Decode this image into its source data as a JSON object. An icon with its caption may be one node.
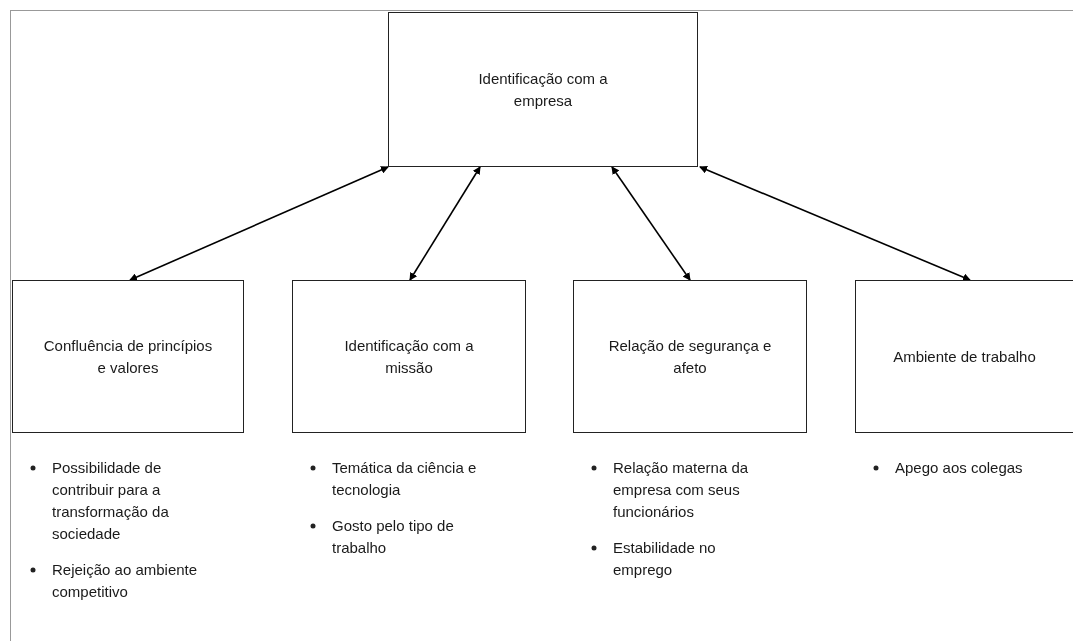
{
  "diagram": {
    "nodes": [
      {
        "text": [
          "Identificação com a empresa"
        ]
      },
      {
        "text": [
          "Confluência de princípios e valores"
        ],
        "beside": [
          "Possibilidade de contribuir para a transformação da sociedade",
          "Rejeição ao ambiente competitivo"
        ]
      },
      {
        "text": [
          "Identificação com a missão"
        ],
        "beside": [
          "Temática da ciência e tecnologia",
          "Gosto pelo tipo de trabalho"
        ]
      },
      {
        "text": [
          "Relação de segurança e afeto"
        ],
        "beside": [
          "Relação materna da empresa com seus funcionários",
          "Estabilidade no emprego"
        ]
      },
      {
        "text": [
          "Ambiente de trabalho"
        ],
        "beside": [
          "Apego aos colegas"
        ]
      }
    ],
    "edges": [
      {
        "from": 0,
        "to": 1,
        "arrow": "both"
      },
      {
        "from": 0,
        "to": 2,
        "arrow": "both"
      },
      {
        "from": 0,
        "to": 3,
        "arrow": "both"
      },
      {
        "from": 0,
        "to": 4,
        "arrow": "both"
      }
    ]
  }
}
